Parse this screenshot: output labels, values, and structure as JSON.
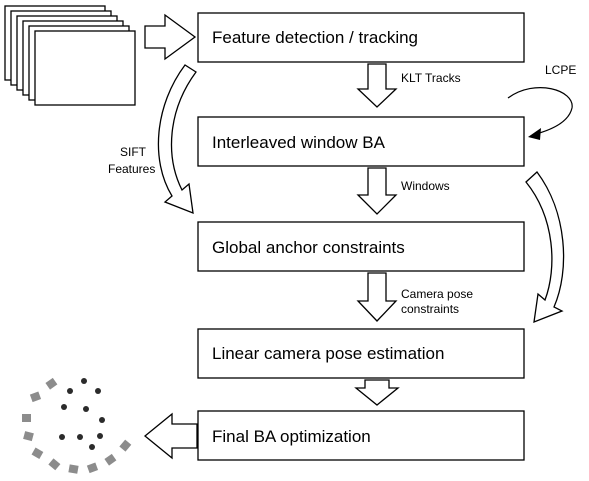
{
  "nodes": [
    {
      "id": "feature-detection",
      "label": "Feature detection / tracking"
    },
    {
      "id": "interleaved-window-ba",
      "label": "Interleaved window BA"
    },
    {
      "id": "global-anchor-constraints",
      "label": "Global anchor constraints"
    },
    {
      "id": "linear-camera-pose-estimation",
      "label": "Linear camera pose estimation"
    },
    {
      "id": "final-ba-optimization",
      "label": "Final BA optimization"
    }
  ],
  "edge_labels": {
    "klt_tracks": "KLT Tracks",
    "windows": "Windows",
    "camera_pose_line1": "Camera pose",
    "camera_pose_line2": "constraints",
    "lcpe": "LCPE",
    "sift_line1": "SIFT",
    "sift_line2": "Features"
  },
  "colors": {
    "stroke": "#000000",
    "background": "#ffffff",
    "point_cloud_dots": "#2b2b2b",
    "camera_tiles": "#8c8c8c"
  }
}
